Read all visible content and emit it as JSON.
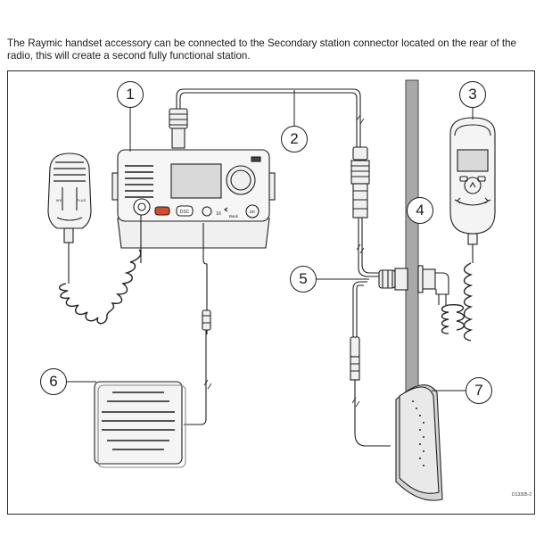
{
  "intro_text": "The Raymic handset accessory can be connected to the Secondary station connector located on the rear of the radio, this will create a second fully functional station.",
  "callouts": [
    "1",
    "2",
    "3",
    "4",
    "5",
    "6",
    "7"
  ],
  "radio": {
    "btn_red": "",
    "btn_dsc": "DSC",
    "btn_16": "16",
    "btn_back": "Back",
    "btn_ok": "OK"
  },
  "mic_labels": {
    "left": "WX",
    "right": "PLUS"
  },
  "drawing_code": "D13305-2",
  "colors": {
    "line": "#1f1f1f",
    "panel": "#a8a8a8",
    "fill": "#f4f4f4",
    "screen": "#d9d9d9",
    "accent": "#d94a2a"
  }
}
